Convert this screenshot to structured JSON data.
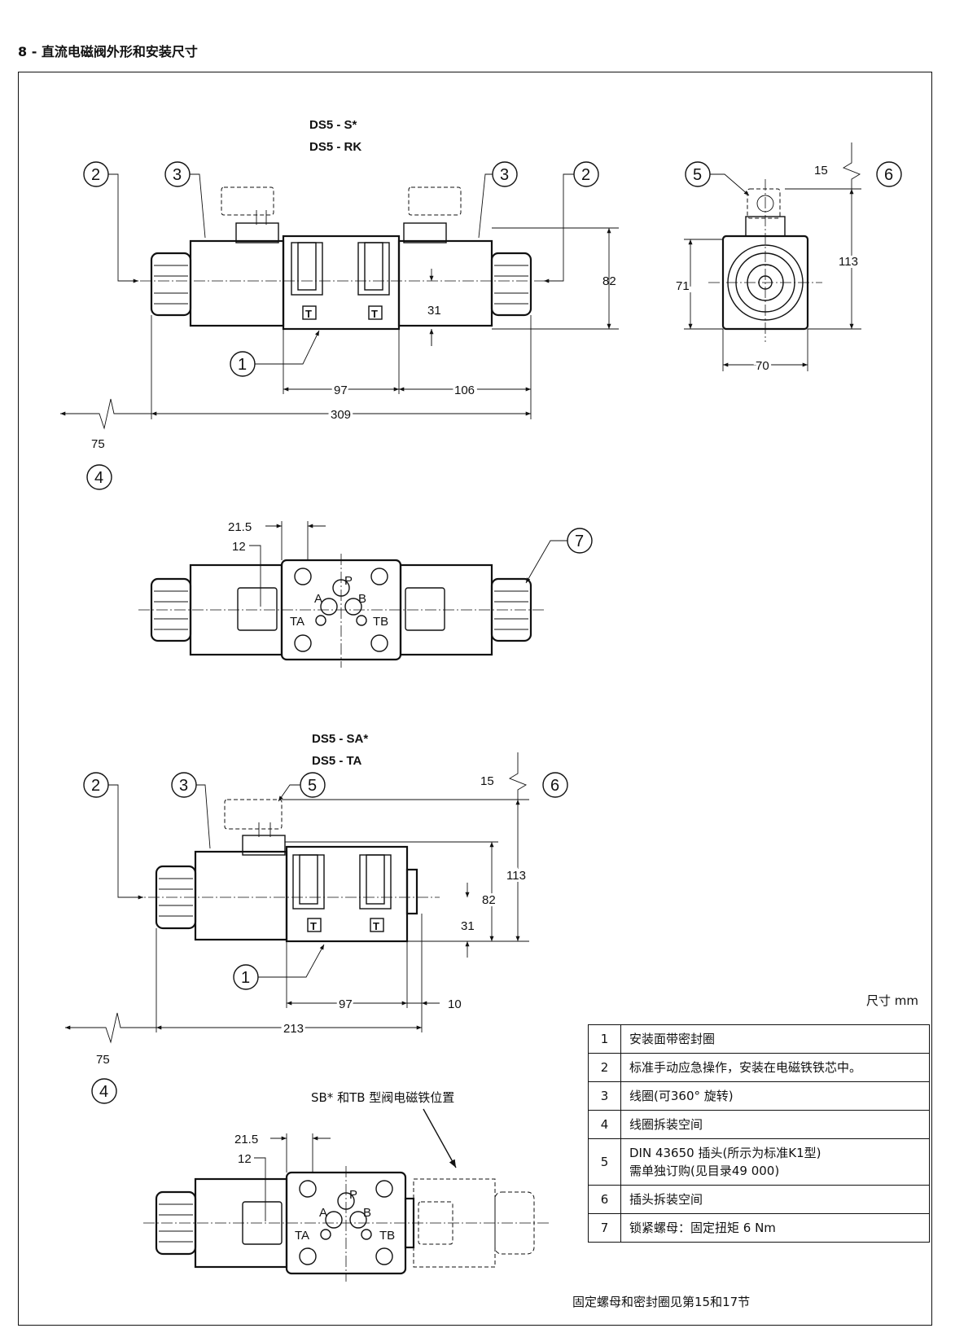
{
  "section_title": "8 - 直流电磁阀外形和安装尺寸",
  "views": {
    "top": {
      "model_line1": "DS5 - S*",
      "model_line2": "DS5 - RK"
    },
    "bottom": {
      "model_line1": "DS5 - SA*",
      "model_line2": "DS5 - TA"
    }
  },
  "callouts": [
    "1",
    "2",
    "3",
    "4",
    "5",
    "6",
    "7"
  ],
  "dimensions": {
    "top_front": {
      "height": "82",
      "offset": "31",
      "left_span": "97",
      "right_span": "106",
      "overall": "309",
      "removal": "75"
    },
    "side": {
      "plug": "15",
      "height": "113",
      "body_height": "71",
      "width": "70"
    },
    "top_plan": {
      "d1": "21.5",
      "d2": "12"
    },
    "bottom_front": {
      "plug": "15",
      "height": "113",
      "body": "82",
      "offset": "31",
      "span": "97",
      "ext": "10",
      "overall": "213",
      "removal": "75"
    },
    "bottom_plan": {
      "d1": "21.5",
      "d2": "12"
    }
  },
  "port_labels": {
    "p": "P",
    "a": "A",
    "b": "B",
    "ta": "TA",
    "tb": "TB",
    "t": "T"
  },
  "sb_note": "SB* 和TB 型阀电磁铁位置",
  "units_label": "尺寸 mm",
  "legend": [
    {
      "no": "1",
      "text": "安装面带密封圈"
    },
    {
      "no": "2",
      "text": "标准手动应急操作，安装在电磁铁铁芯中。"
    },
    {
      "no": "3",
      "text": "线圈(可360° 旋转)"
    },
    {
      "no": "4",
      "text": "线圈拆装空间"
    },
    {
      "no": "5",
      "text": "DIN 43650 插头(所示为标准K1型)",
      "text2": "需单独订购(见目录49 000)"
    },
    {
      "no": "6",
      "text": "插头拆装空间"
    },
    {
      "no": "7",
      "text": "锁紧螺母：固定扭矩 6 Nm"
    }
  ],
  "footnote": "固定螺母和密封圈见第15和17节"
}
